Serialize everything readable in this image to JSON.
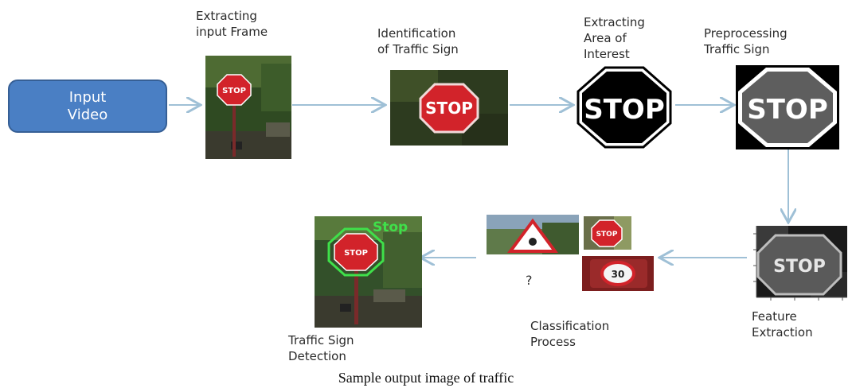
{
  "input": {
    "line1": "Input",
    "line2": "Video"
  },
  "steps": {
    "extract_frame": {
      "line1": "Extracting",
      "line2": "input Frame"
    },
    "identify": {
      "line1": "Identification",
      "line2": "of Traffic Sign"
    },
    "area": {
      "line1": "Extracting",
      "line2": "Area of",
      "line3": "Interest"
    },
    "preprocess": {
      "line1": "Preprocessing",
      "line2": "Traffic Sign"
    },
    "feature": {
      "line1": "Feature",
      "line2": "Extraction"
    },
    "classification": {
      "line1": "Classification",
      "line2": "Process"
    },
    "detection": {
      "line1": "Traffic Sign",
      "line2": "Detection"
    }
  },
  "sign_text": "STOP",
  "detected_label": "Stop",
  "speed_sign_text": "30",
  "unknown_mark": "?",
  "caption": "Sample output image of traffic",
  "colors": {
    "input_box": "#4a7fc4",
    "arrow": "#9fc0d6",
    "sign_red": "#d2232a",
    "detect_green": "#3fe04a"
  }
}
